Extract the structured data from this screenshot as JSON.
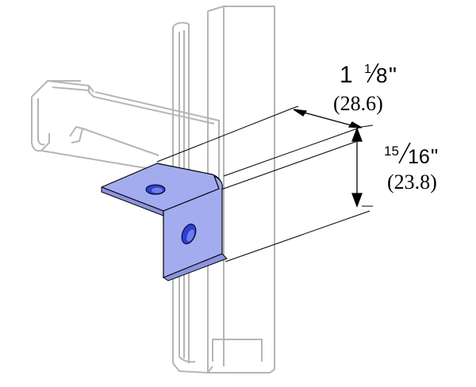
{
  "dimensions": {
    "width": {
      "whole": "1",
      "fraction_numerator": "1",
      "fraction_denominator": "8",
      "inch_mark": "\"",
      "metric": "(28.6)"
    },
    "height": {
      "fraction_numerator": "15",
      "fraction_denominator": "16",
      "inch_mark": "\"",
      "metric": "(23.8)"
    }
  },
  "colors": {
    "bracket_fill": "#a3acef",
    "bracket_shade": "#8c94dd",
    "hole_fill": "#2b3fd6",
    "channel_stroke": "#b5b5b5",
    "outline_stroke": "#000000"
  }
}
